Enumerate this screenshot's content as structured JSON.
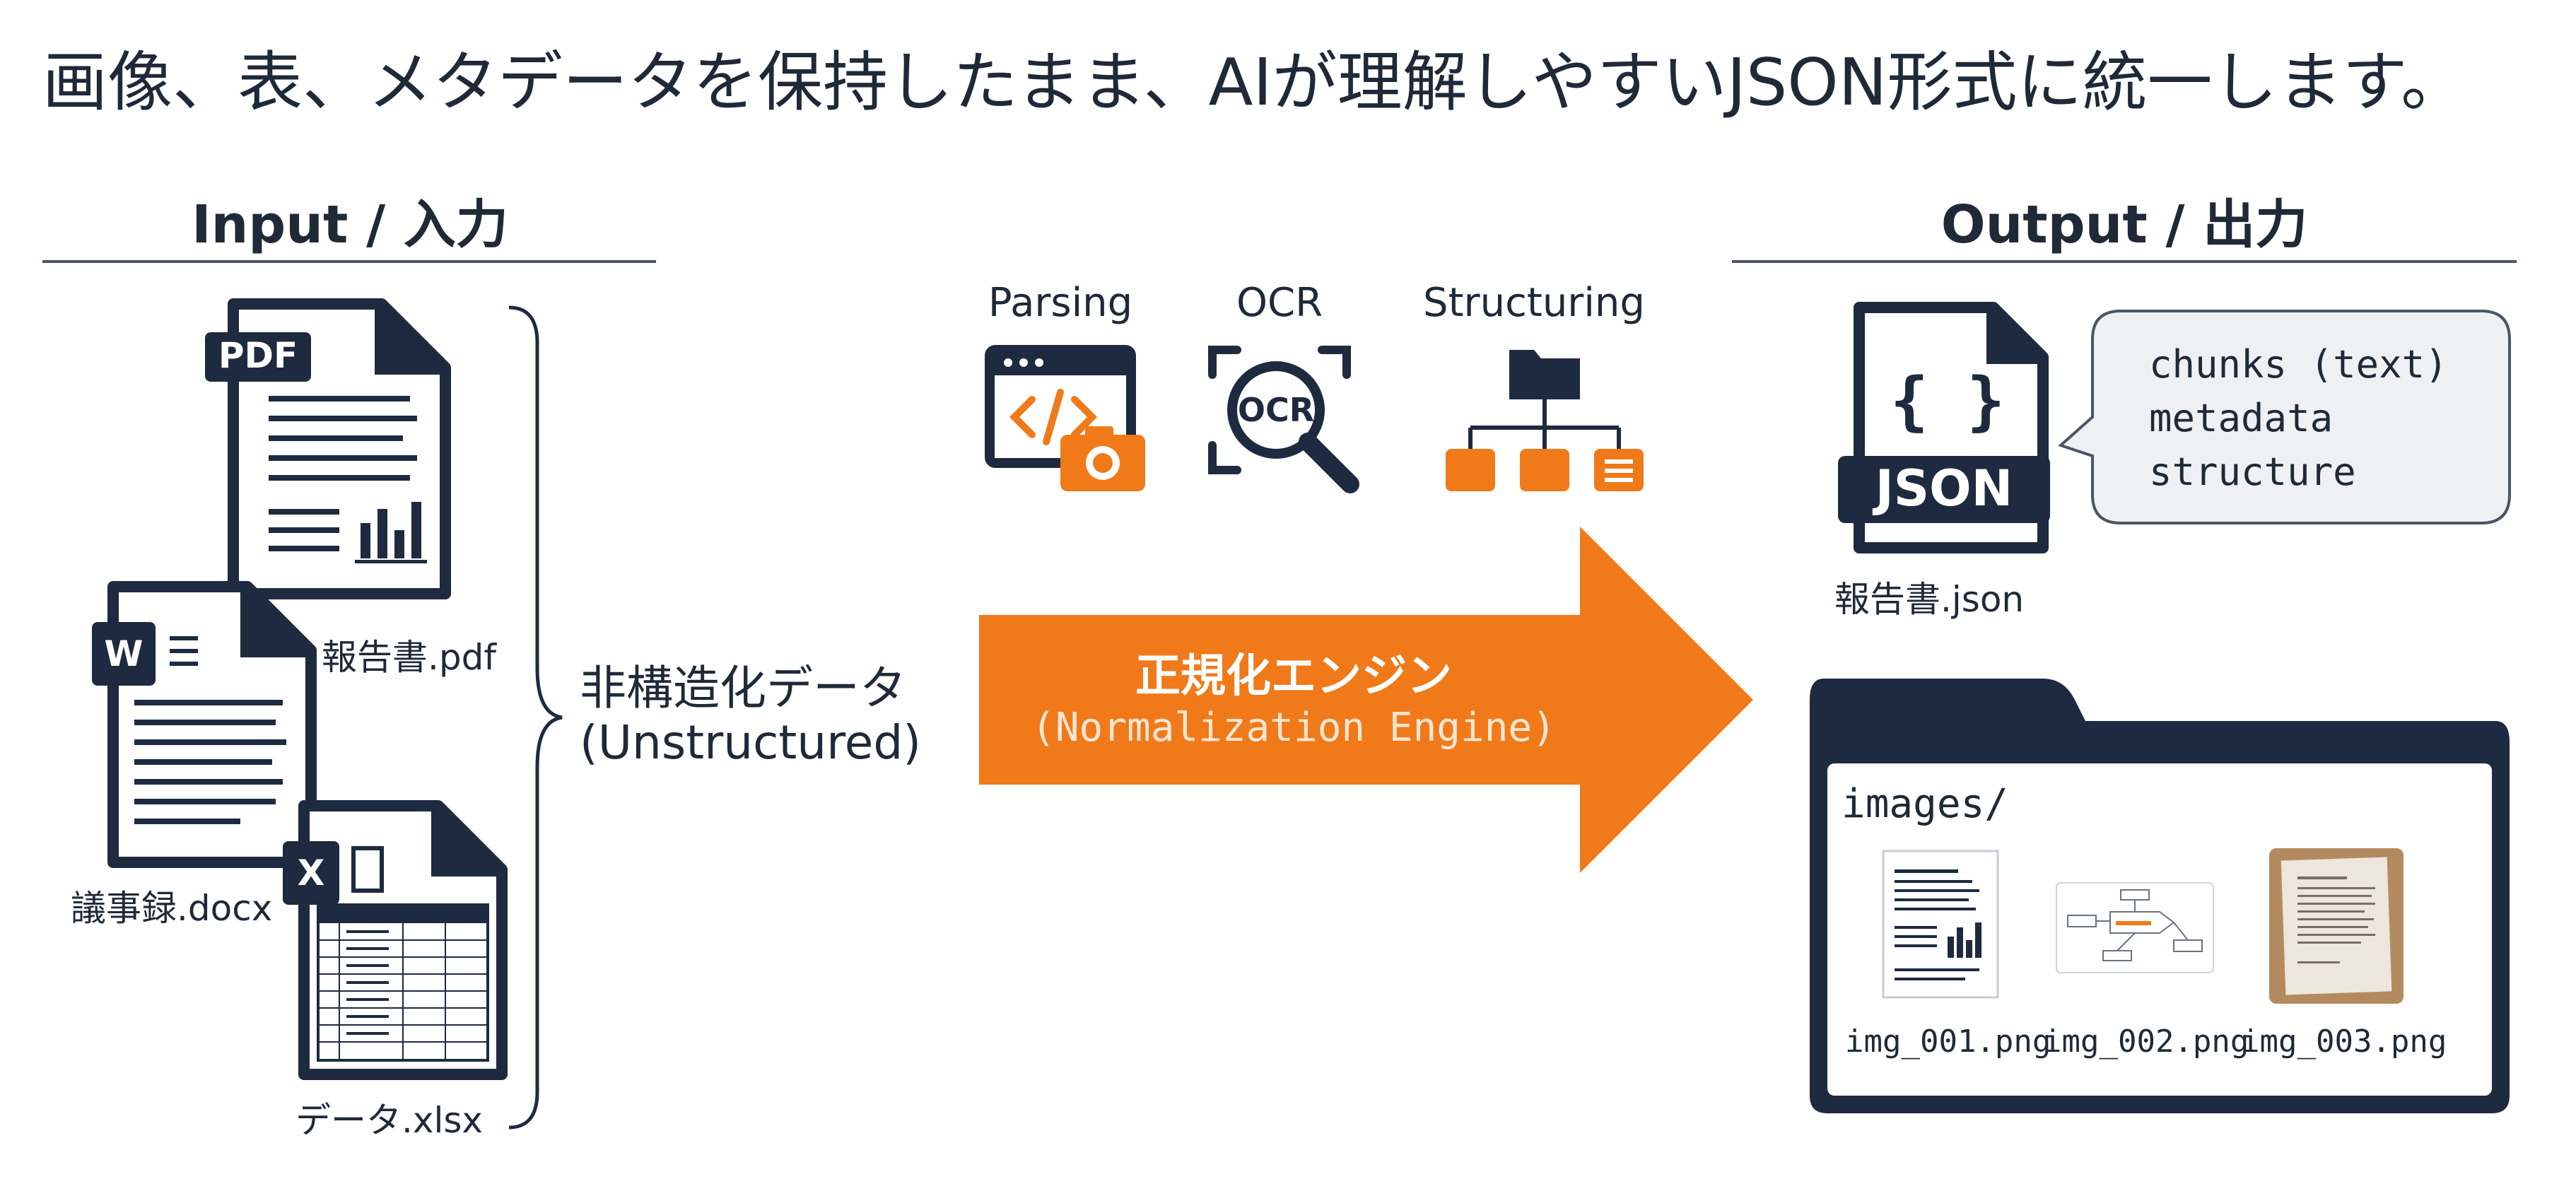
{
  "headline": "画像、表、メタデータを保持したまま、AIが理解しやすいJSON形式に統一します。",
  "input": {
    "title": "Input / 入力",
    "files": [
      {
        "name": "報告書.pdf",
        "badge": "PDF"
      },
      {
        "name": "議事録.docx",
        "badge": "W"
      },
      {
        "name": "データ.xlsx",
        "badge": "X"
      }
    ],
    "group_label_jp": "非構造化データ",
    "group_label_en": "(Unstructured)"
  },
  "process": {
    "steps": [
      {
        "label": "Parsing",
        "icon": "parsing-camera-icon"
      },
      {
        "label": "OCR",
        "icon": "ocr-magnifier-icon",
        "badge": "OCR"
      },
      {
        "label": "Structuring",
        "icon": "folder-tree-icon"
      }
    ],
    "arrow_title": "正規化エンジン",
    "arrow_subtitle": "(Normalization Engine)"
  },
  "output": {
    "title": "Output / 出力",
    "json_badge": "JSON",
    "json_braces": "{ }",
    "json_file": "報告書.json",
    "bubble_lines": [
      "chunks (text)",
      "metadata",
      "structure"
    ],
    "folder_name": "images/",
    "images": [
      {
        "name": "img_001.png"
      },
      {
        "name": "img_002.png"
      },
      {
        "name": "img_003.png"
      }
    ]
  },
  "colors": {
    "navy": "#1e2a3f",
    "orange": "#f07a1a",
    "text": "#1f2937",
    "bubble": "#eef0f3"
  }
}
